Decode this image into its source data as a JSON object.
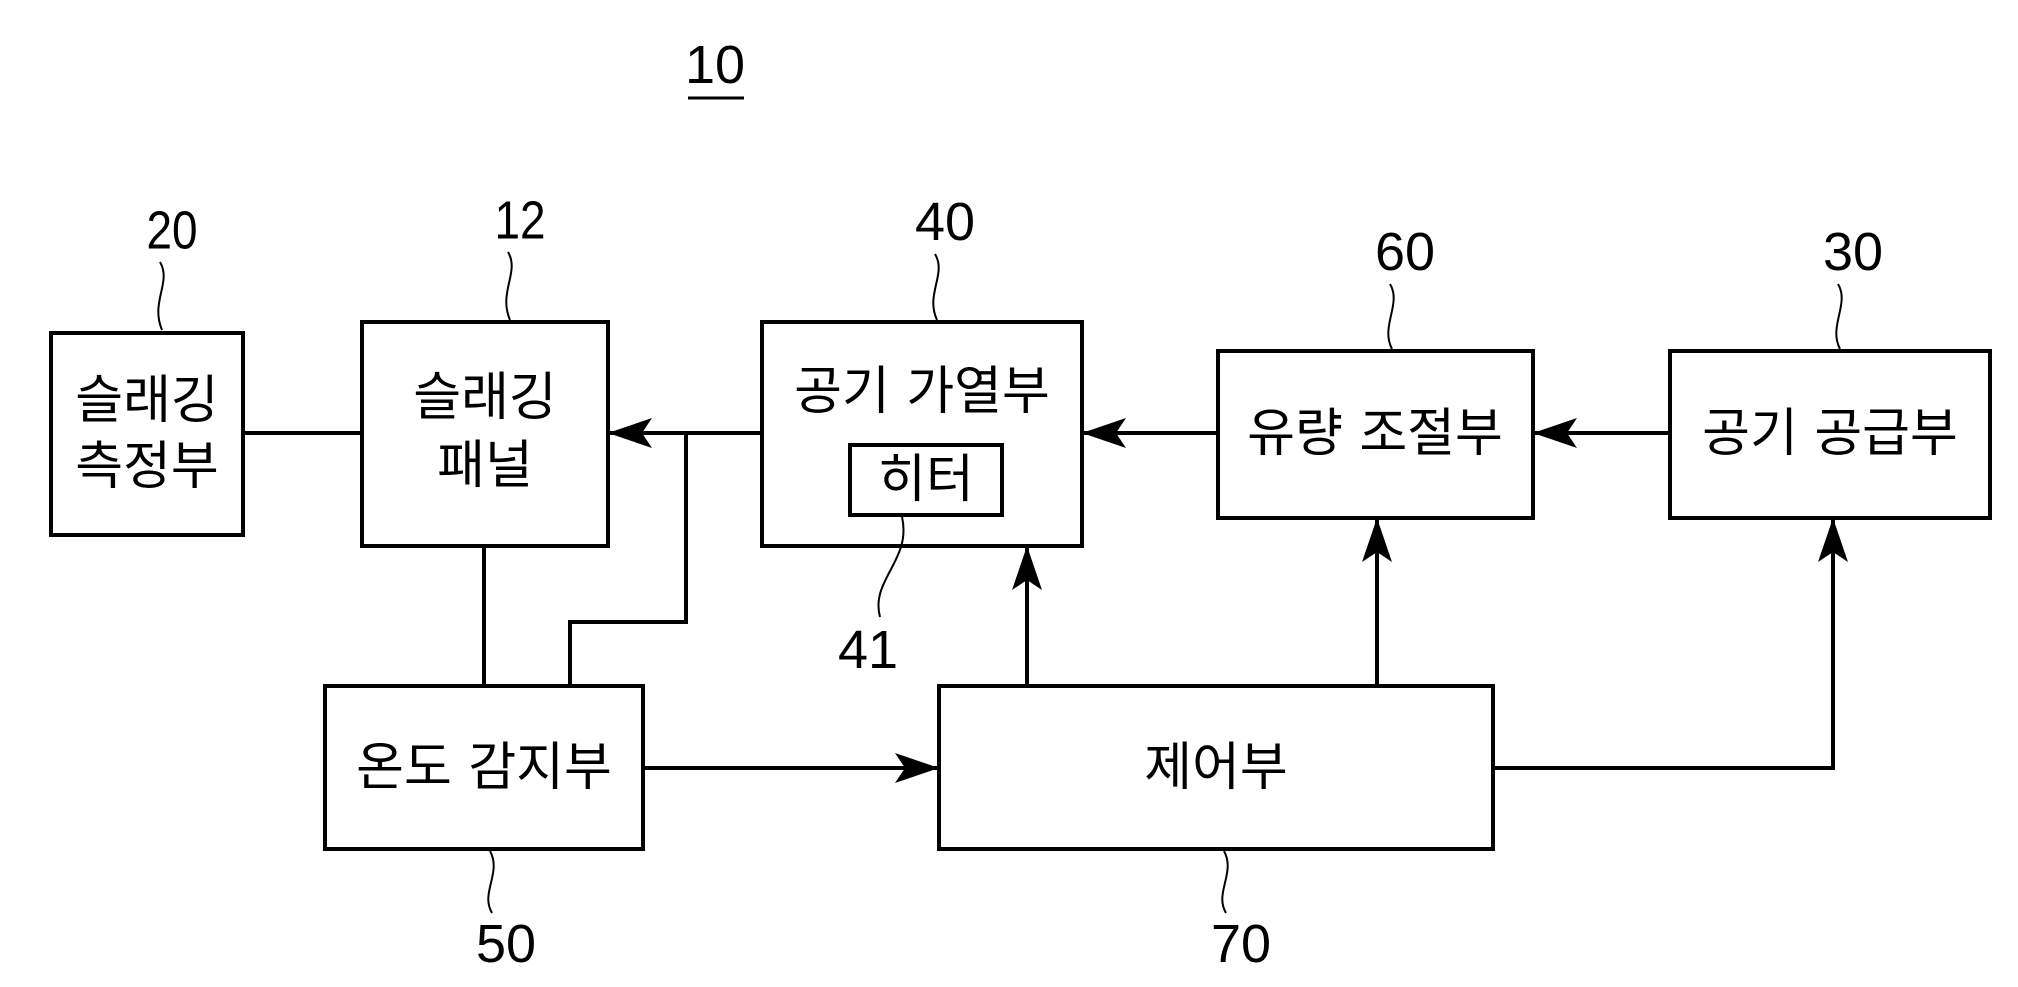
{
  "figure": {
    "number": "10"
  },
  "blocks": {
    "slagging_measurement": {
      "ref": "20",
      "label_line1": "슬래깅",
      "label_line2": "측정부"
    },
    "slagging_panel": {
      "ref": "12",
      "label_line1": "슬래깅",
      "label_line2": "패널"
    },
    "air_heating": {
      "ref": "40",
      "label": "공기 가열부"
    },
    "heater": {
      "ref": "41",
      "label": "히터"
    },
    "flow_control": {
      "ref": "60",
      "label": "유량 조절부"
    },
    "air_supply": {
      "ref": "30",
      "label": "공기 공급부"
    },
    "temperature_sensing": {
      "ref": "50",
      "label": "온도 감지부"
    },
    "control": {
      "ref": "70",
      "label": "제어부"
    }
  },
  "connections": [
    {
      "from": "slagging_measurement",
      "to": "slagging_panel",
      "arrow": false
    },
    {
      "from": "air_heating",
      "to": "slagging_panel",
      "arrow": true
    },
    {
      "from": "flow_control",
      "to": "air_heating",
      "arrow": true
    },
    {
      "from": "air_supply",
      "to": "flow_control",
      "arrow": true
    },
    {
      "from": "slagging_panel",
      "to": "temperature_sensing",
      "arrow": false
    },
    {
      "from": "temperature_sensing",
      "to": "air_heating_line",
      "arrow": false
    },
    {
      "from": "temperature_sensing",
      "to": "control",
      "arrow": true
    },
    {
      "from": "control",
      "to": "air_heating",
      "arrow": true
    },
    {
      "from": "control",
      "to": "flow_control",
      "arrow": true
    },
    {
      "from": "control",
      "to": "air_supply",
      "arrow": true
    }
  ]
}
